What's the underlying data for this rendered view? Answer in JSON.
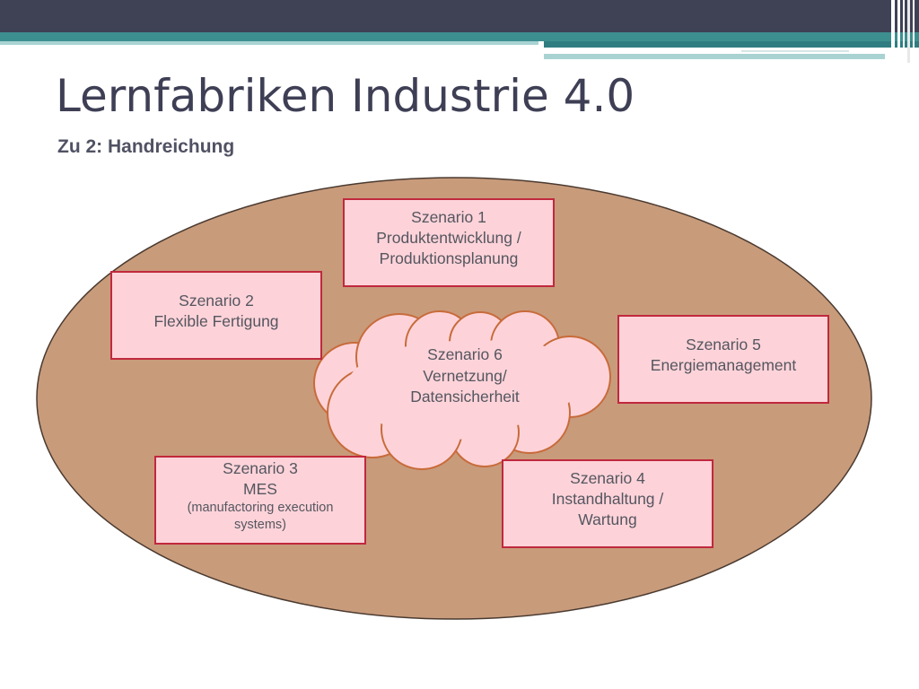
{
  "slide": {
    "title": "Lernfabriken Industrie 4.0",
    "subtitle": "Zu 2: Handreichung"
  },
  "colors": {
    "ellipse_fill": "#c89b7b",
    "ellipse_stroke": "#4a3a30",
    "box_fill": "#fdd3d9",
    "box_border": "#c0293d",
    "cloud_stroke": "#c86b3a",
    "text": "#555660",
    "title": "#3e3f55",
    "header_dark": "#3f4155",
    "header_teal": "#3d8f8f"
  },
  "diagram": {
    "scenario_1": {
      "line1": "Szenario 1",
      "line2": "Produktentwicklung /",
      "line3": "Produktionsplanung"
    },
    "scenario_2": {
      "line1": "Szenario 2",
      "line2": "Flexible Fertigung"
    },
    "scenario_3": {
      "line1": "Szenario 3",
      "line2": "MES",
      "line3": "(manufactoring execution",
      "line4": "systems)"
    },
    "scenario_4": {
      "line1": "Szenario 4",
      "line2": "Instandhaltung /",
      "line3": "Wartung"
    },
    "scenario_5": {
      "line1": "Szenario 5",
      "line2": "Energiemanagement"
    },
    "scenario_6": {
      "line1": "Szenario 6",
      "line2": "Vernetzung/",
      "line3": "Datensicherheit"
    }
  }
}
